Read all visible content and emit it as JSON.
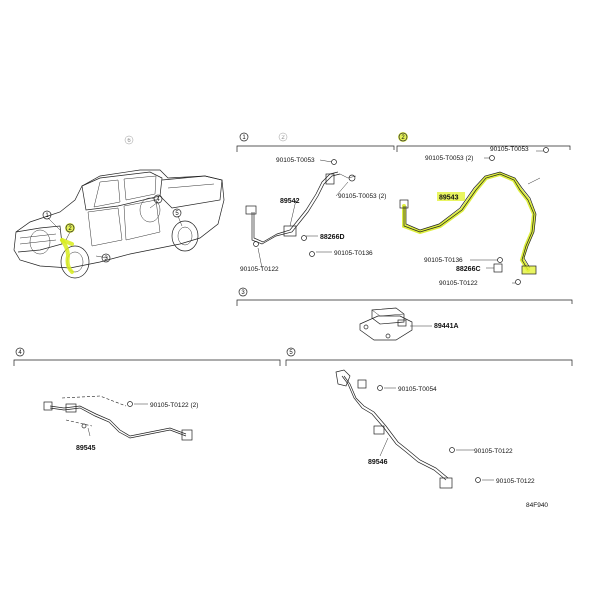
{
  "sections": {
    "c1": "1",
    "c2": "2",
    "c3": "3",
    "c4": "4",
    "c5": "5",
    "c6": "6"
  },
  "truck_callouts": [
    "1",
    "2",
    "3",
    "4",
    "5"
  ],
  "parts": {
    "s1_bolt_a": "90105-T0053",
    "s1_bolt_b": "90105-T0053 (2)",
    "s1_sensor": "89542",
    "s1_clamp": "88266D",
    "s1_bolt_c": "90105-T0136",
    "s1_bolt_d": "90105-T0122",
    "s2_bolt_a": "90105-T0053",
    "s2_bolt_b": "90105-T0053 (2)",
    "s2_sensor": "89543",
    "s2_bolt_c": "90105-T0136",
    "s2_clamp": "88266C",
    "s2_bolt_d": "90105-T0122",
    "s3_module": "89441A",
    "s4_bolt": "90105-T0122 (2)",
    "s4_sensor": "89545",
    "s5_bolt_a": "90105-T0054",
    "s5_sensor": "89546",
    "s5_bolt_b": "90105-T0122",
    "s5_bolt_c": "90105-T0122"
  },
  "figure_code": "84F940",
  "colors": {
    "highlight": "#d8ec1c",
    "line": "#222222"
  }
}
